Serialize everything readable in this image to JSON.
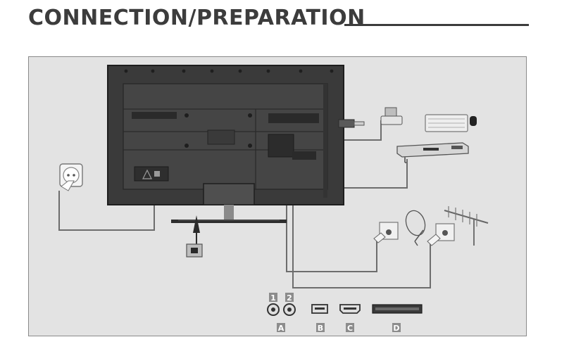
{
  "heading": "CONNECTION/PREPARATION",
  "port_labels": {
    "antenna_1": "1",
    "antenna_2": "2",
    "a": "A",
    "b": "B",
    "c": "C",
    "d": "D"
  },
  "colors": {
    "heading": "#3c3c3c",
    "panel": "#e3e3e3",
    "tv_back": "#3a3a3a",
    "cable": "#6d6d6d",
    "label_box": "#8c8c8c"
  },
  "icons": {
    "tv": "tv-rear-icon",
    "outlet": "wall-socket-icon",
    "dish": "satellite-dish-icon",
    "antenna": "roof-antenna-icon",
    "receiver": "set-top-box-icon",
    "keyboard": "keyboard-icon"
  }
}
